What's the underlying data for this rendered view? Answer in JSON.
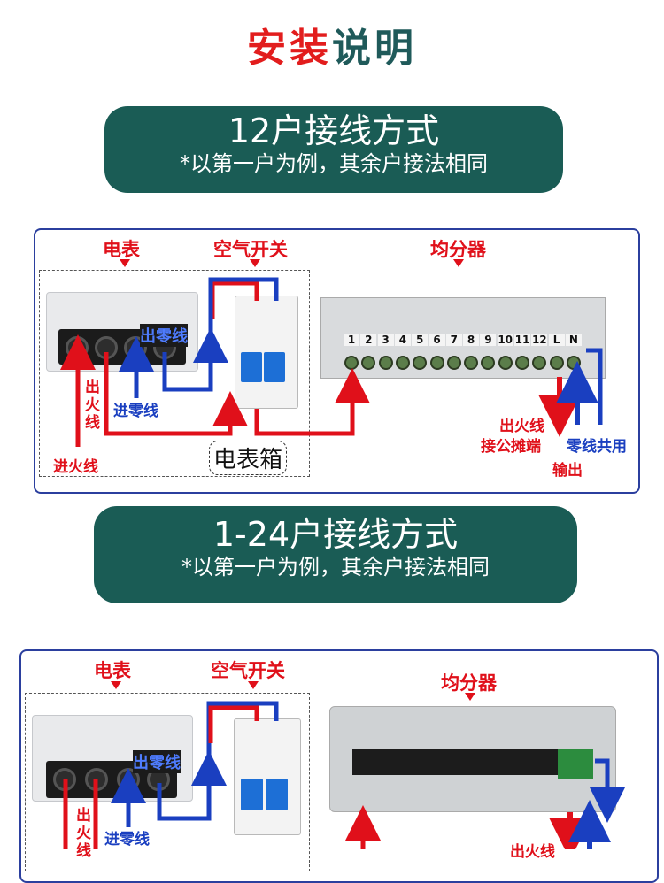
{
  "title": {
    "part1": "安装",
    "part2": "说明"
  },
  "banner1": {
    "heading": "12户接线方式",
    "note": "*以第一户为例，其余户接法相同"
  },
  "banner2": {
    "heading": "1-24户接线方式",
    "note": "*以第一户为例，其余户接法相同"
  },
  "diagram1": {
    "meter_label": "电表",
    "breaker_label": "空气开关",
    "distributor_label": "均分器",
    "out_neutral": "出零线",
    "out_fire": "出火线",
    "in_neutral": "进零线",
    "in_fire": "进火线",
    "meter_box": "电表箱",
    "terminal_numbers": [
      "1",
      "2",
      "3",
      "4",
      "5",
      "6",
      "7",
      "8",
      "9",
      "10",
      "11",
      "12",
      "L",
      "N"
    ],
    "fire_out_note_1": "出火线",
    "fire_out_note_2": "接公摊端",
    "fire_out_note_3": "输出",
    "neutral_shared": "零线共用"
  },
  "diagram2": {
    "meter_label": "电表",
    "breaker_label": "空气开关",
    "distributor_label": "均分器",
    "out_neutral": "出零线",
    "out_fire": "出火线",
    "in_neutral": "进零线",
    "fire_out_partial": "出火线"
  },
  "colors": {
    "fire": "#e0101a",
    "neutral": "#1a3fc0",
    "banner": "#1a5c55"
  }
}
